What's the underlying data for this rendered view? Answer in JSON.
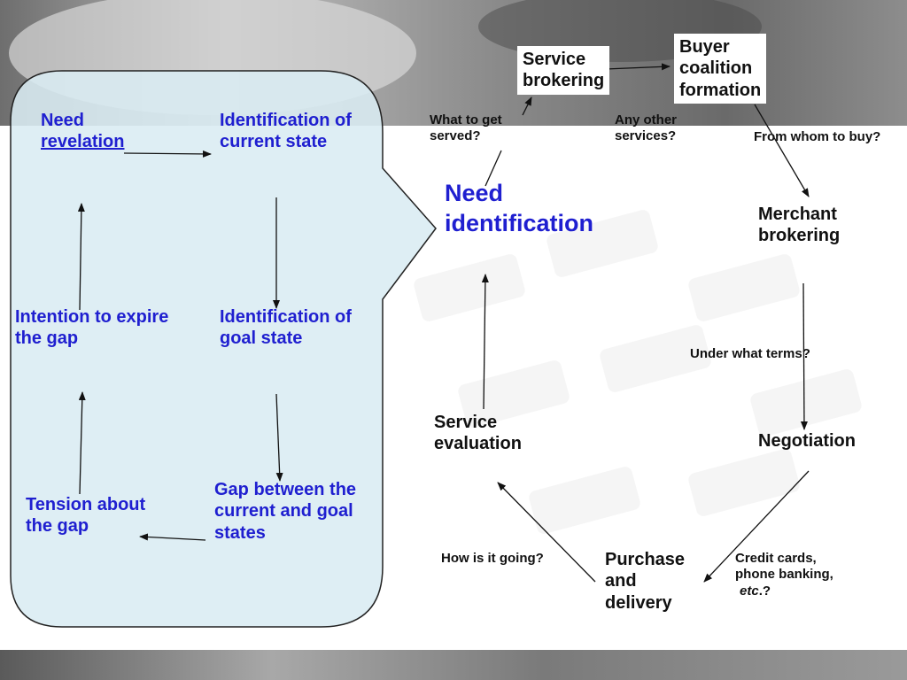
{
  "theme": {
    "callout_fill": "#d9ecf2",
    "blue_text": "#1f1fd0",
    "arrow": "#111111"
  },
  "left_panel": {
    "need_revelation": [
      "Need",
      "revelation"
    ],
    "identification_current": [
      "Identification of",
      "current state"
    ],
    "intention_expire": [
      "Intention to expire",
      "the gap"
    ],
    "identification_goal": [
      "Identification of",
      "goal state"
    ],
    "tension_gap": [
      "Tension about",
      "the gap"
    ],
    "gap_between": [
      "Gap between the",
      "current and goal",
      "states"
    ]
  },
  "cycle": {
    "need_identification": [
      "Need",
      "identification"
    ],
    "service_brokering": [
      "Service",
      "brokering"
    ],
    "buyer_coalition": [
      "Buyer",
      "coalition",
      "formation"
    ],
    "merchant_brokering": [
      "Merchant",
      "brokering"
    ],
    "negotiation": "Negotiation",
    "purchase_delivery": [
      "Purchase",
      "and",
      "delivery"
    ],
    "service_evaluation": [
      "Service",
      "evaluation"
    ]
  },
  "questions": {
    "what_to_get": [
      "What to get",
      "served?"
    ],
    "any_other": [
      "Any other",
      "services?"
    ],
    "from_whom": "From whom to buy?",
    "under_what_terms": "Under what terms?",
    "credit_cards": [
      "Credit cards,",
      "phone banking,"
    ],
    "etc_italic": "etc",
    "etc_suffix": ".?",
    "how_going": "How is it going?"
  }
}
